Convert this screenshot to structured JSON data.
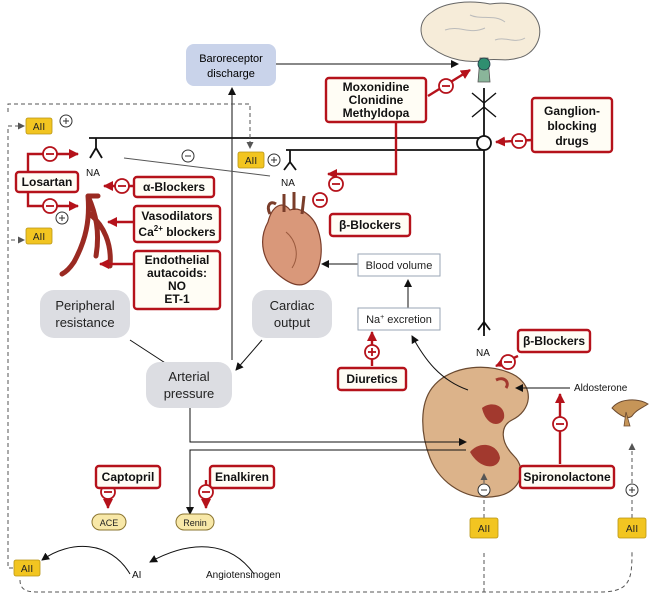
{
  "labels": {
    "baroreceptor_1": "Baroreceptor",
    "baroreceptor_2": "discharge",
    "moxonidine": "Moxonidine",
    "clonidine": "Clonidine",
    "methyldopa": "Methyldopa",
    "ganglion_1": "Ganglion-",
    "ganglion_2": "blocking",
    "ganglion_3": "drugs",
    "losartan": "Losartan",
    "alpha_blockers": "α-Blockers",
    "beta_blockers_heart": "β-Blockers",
    "vasodilators": "Vasodilators",
    "ca_blockers_pre": "Ca",
    "ca_blockers_sup": "2+",
    "ca_blockers_post": " blockers",
    "endothelial_1": "Endothelial",
    "endothelial_2": "autacoids:",
    "endothelial_3": "NO",
    "endothelial_4": "ET-1",
    "peripheral_1": "Peripheral",
    "peripheral_2": "resistance",
    "cardiac_1": "Cardiac",
    "cardiac_2": "output",
    "arterial_1": "Arterial",
    "arterial_2": "pressure",
    "blood_volume": "Blood volume",
    "na_excretion_pre": "Na",
    "na_excretion_sup": "+",
    "na_excretion_post": " excretion",
    "diuretics": "Diuretics",
    "beta_blockers_kidney": "β-Blockers",
    "aldosterone": "Aldosterone",
    "spironolactone": "Spironolactone",
    "captopril": "Captopril",
    "enalkiren": "Enalkiren",
    "ace": "ACE",
    "renin": "Renin",
    "ai": "AI",
    "angiotensinogen": "Angiotensinogen",
    "na": "NA",
    "aii": "AII",
    "plus": "+",
    "minus": "−"
  },
  "colors": {
    "drug_border": "#b5121b",
    "inhibit_arrow": "#b5121b",
    "pathway_line": "#111111",
    "aii_fill": "#f2c521",
    "baroreceptor_fill": "#c9d3ea",
    "organ_fill": "#d9a77e"
  },
  "icons": [
    "brain-icon",
    "heart-icon",
    "blood-vessel-icon",
    "kidney-icon",
    "adrenal-gland-icon"
  ]
}
